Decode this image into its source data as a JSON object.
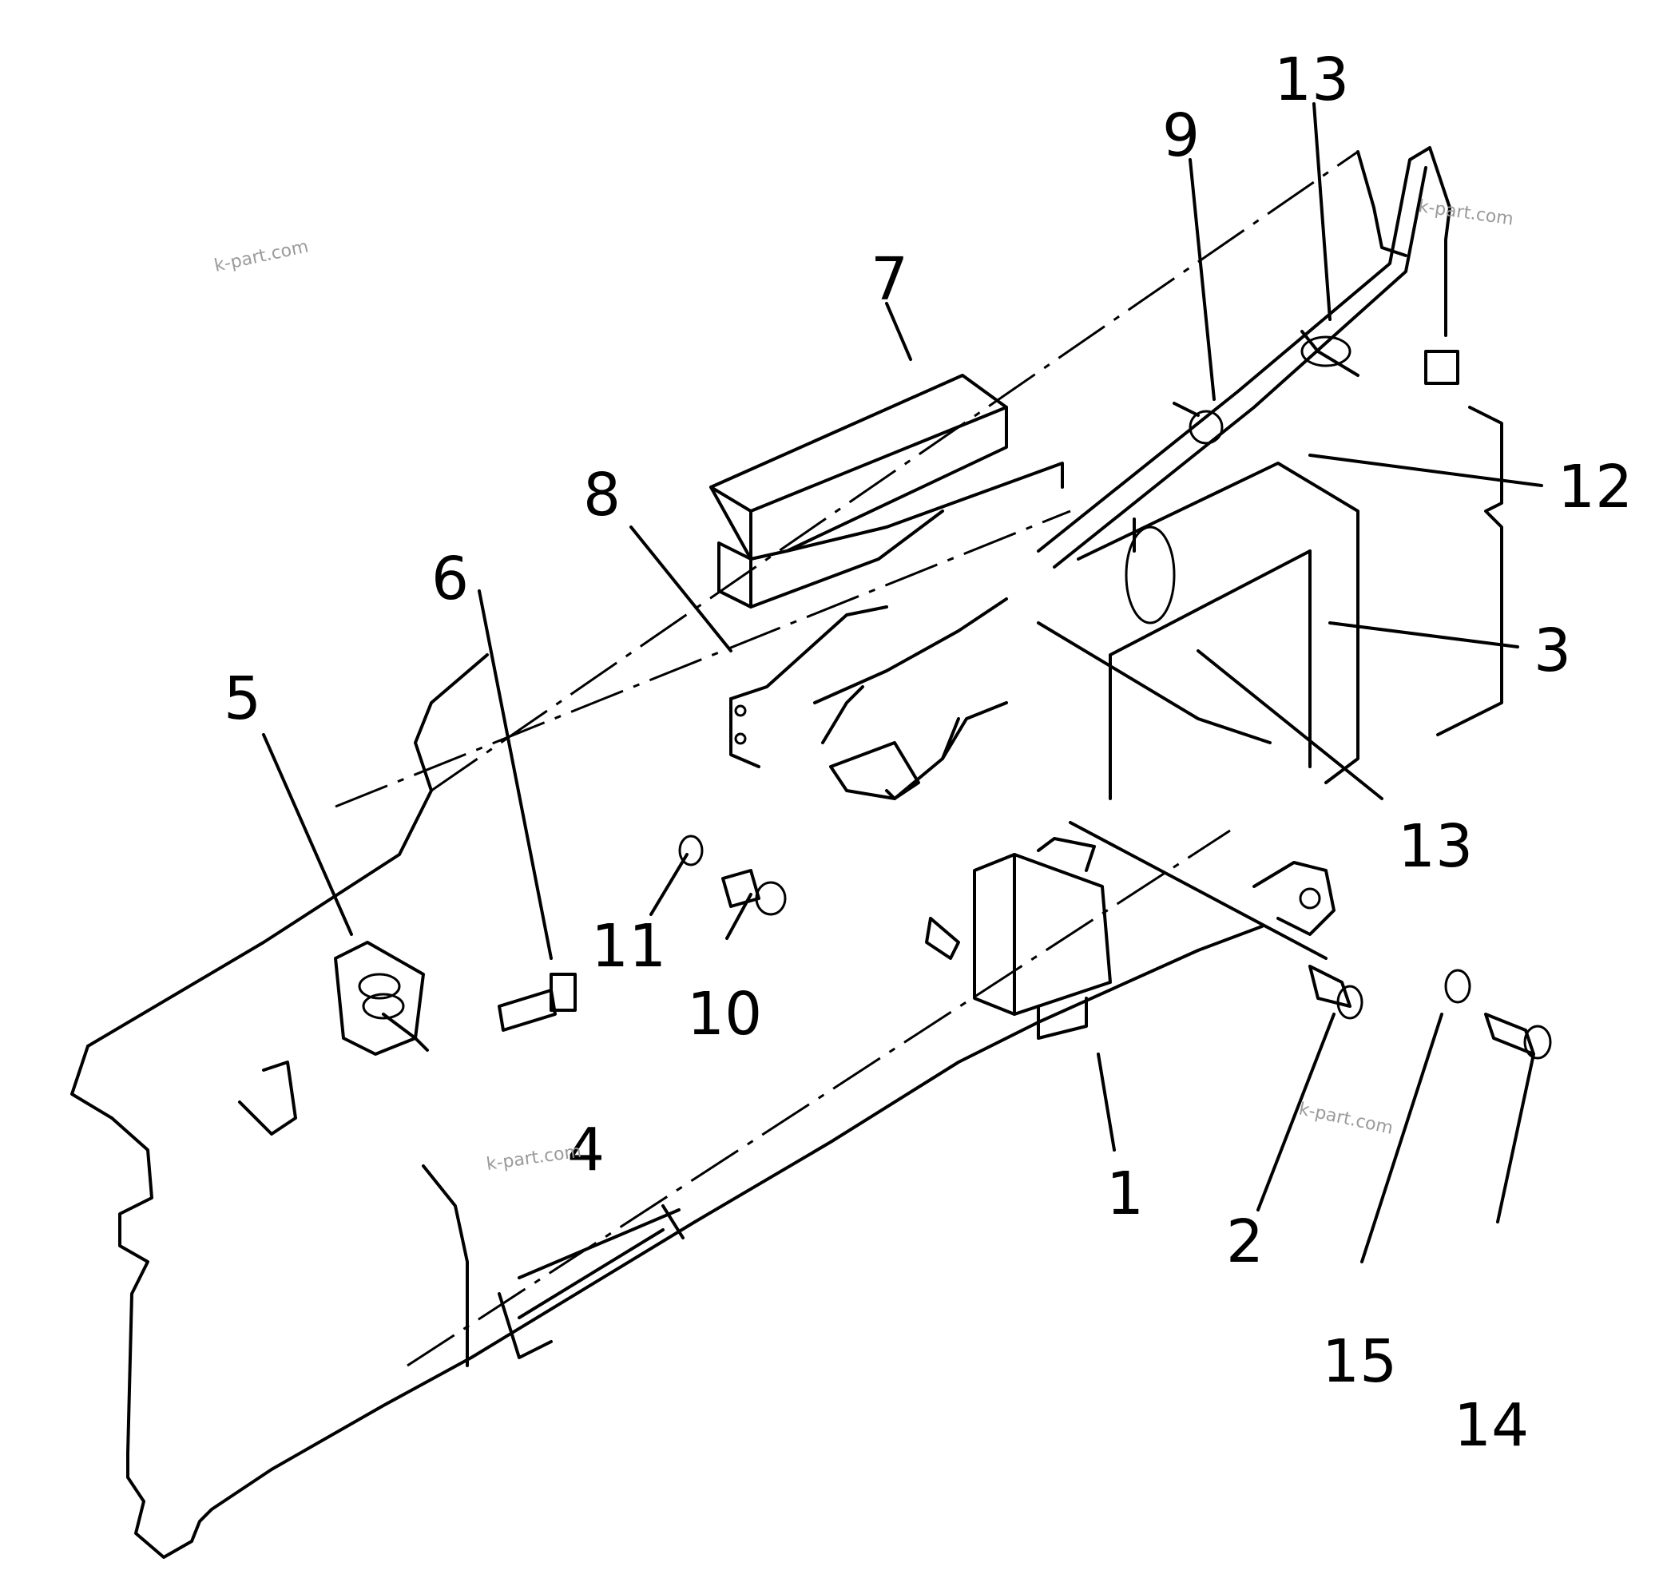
{
  "callouts": {
    "c1": "1",
    "c2": "2",
    "c3": "3",
    "c4": "4",
    "c5": "5",
    "c6": "6",
    "c7": "7",
    "c8": "8",
    "c9": "9",
    "c10": "10",
    "c11": "11",
    "c12": "12",
    "c13a": "13",
    "c13b": "13",
    "c14": "14",
    "c15": "15"
  },
  "watermarks": [
    "k-part.com",
    "k-part.com",
    "k-part.com",
    "k-part.com"
  ]
}
